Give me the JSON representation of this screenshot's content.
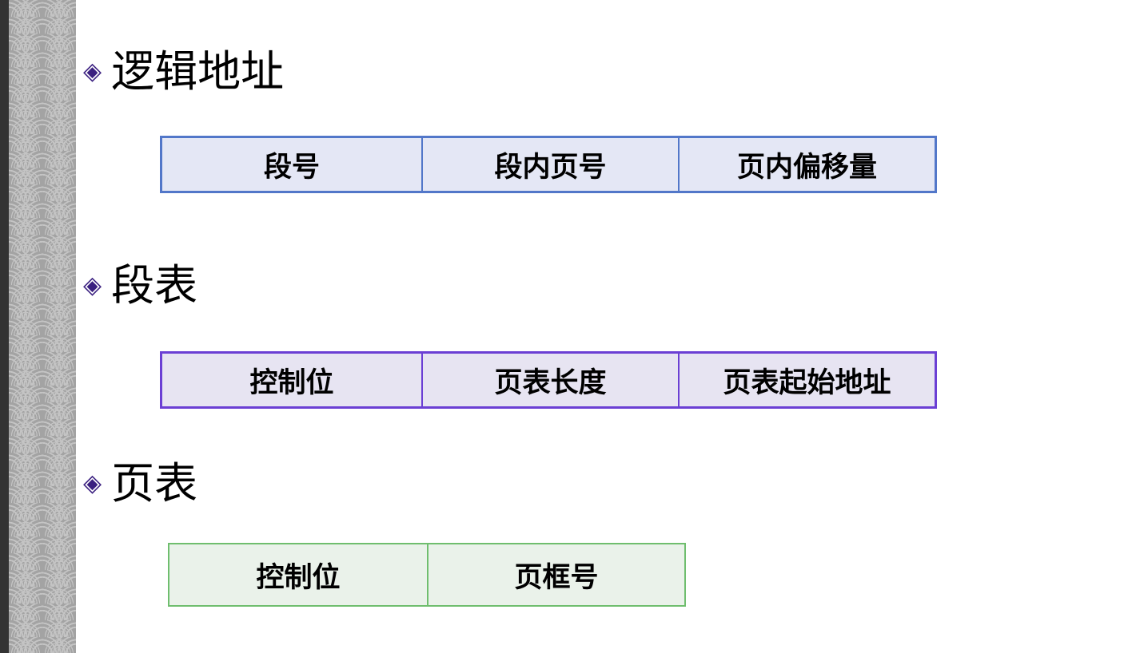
{
  "slide": {
    "background_color": "#ffffff",
    "sidebar": {
      "dark_bar_color": "#333333",
      "pattern_name": "seigaiha-wave-pattern",
      "pattern_base_color": "#a3a3a3",
      "pattern_arc_color": "#c4c4c4"
    },
    "bullet_glyph": "◈",
    "bullet_color": "#3b2080",
    "sections": [
      {
        "heading": "逻辑地址",
        "table": {
          "name": "logical-address",
          "border_color": "#5277c9",
          "fill_color": "#e4e7f5",
          "columns": [
            "段号",
            "段内页号",
            "页内偏移量"
          ]
        }
      },
      {
        "heading": "段表",
        "table": {
          "name": "segment-table",
          "border_color": "#6b3fd4",
          "fill_color": "#e7e4f2",
          "columns": [
            "控制位",
            "页表长度",
            "页表起始地址"
          ]
        }
      },
      {
        "heading": "页表",
        "table": {
          "name": "page-table",
          "border_color": "#6fbe6e",
          "fill_color": "#eaf2ea",
          "columns": [
            "控制位",
            "页框号"
          ]
        }
      }
    ]
  }
}
